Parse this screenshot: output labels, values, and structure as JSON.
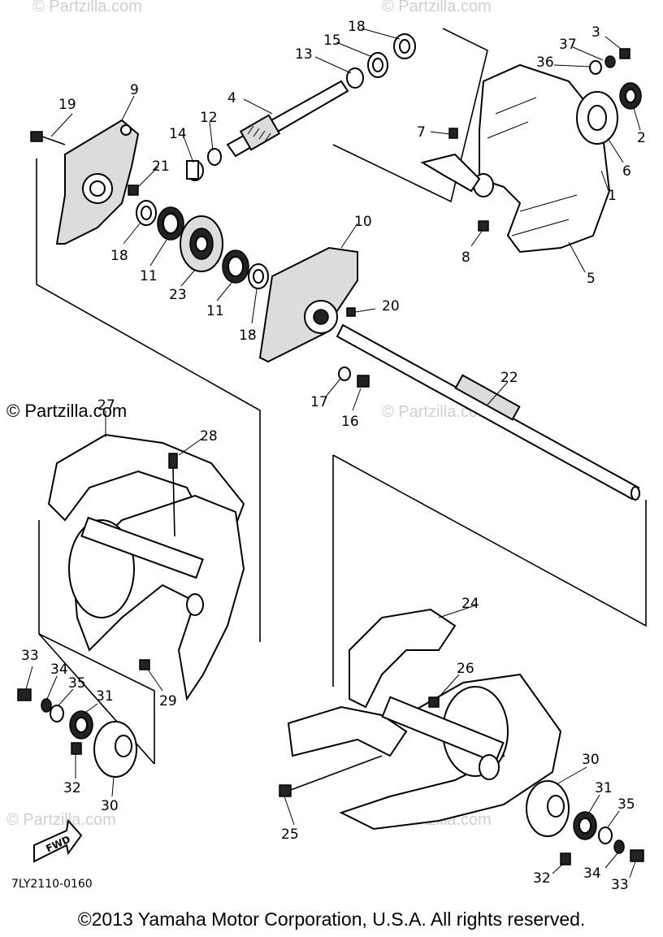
{
  "watermark": {
    "site": "© Partzilla.com",
    "site_short": "Partzilla.com"
  },
  "diagram_code": "7LY2110-0160",
  "fwd_label": "FWD",
  "copyright": "©2013  Yamaha Motor Corporation, U.S.A. All rights reserved.",
  "callouts": {
    "c1": "1",
    "c2": "2",
    "c3": "3",
    "c4": "4",
    "c5": "5",
    "c6": "6",
    "c7": "7",
    "c8": "8",
    "c9": "9",
    "c10": "10",
    "c11a": "11",
    "c11b": "11",
    "c12": "12",
    "c13": "13",
    "c14": "14",
    "c15": "15",
    "c16": "16",
    "c17": "17",
    "c18a": "18",
    "c18b": "18",
    "c18c": "18",
    "c19": "19",
    "c20": "20",
    "c21": "21",
    "c22": "22",
    "c23": "23",
    "c24": "24",
    "c25": "25",
    "c26": "26",
    "c27": "27",
    "c28": "28",
    "c29": "29",
    "c30a": "30",
    "c30b": "30",
    "c31a": "31",
    "c31b": "31",
    "c32a": "32",
    "c32b": "32",
    "c33a": "33",
    "c33b": "33",
    "c34a": "34",
    "c34b": "34",
    "c35a": "35",
    "c35b": "35",
    "c36": "36",
    "c37": "37"
  }
}
